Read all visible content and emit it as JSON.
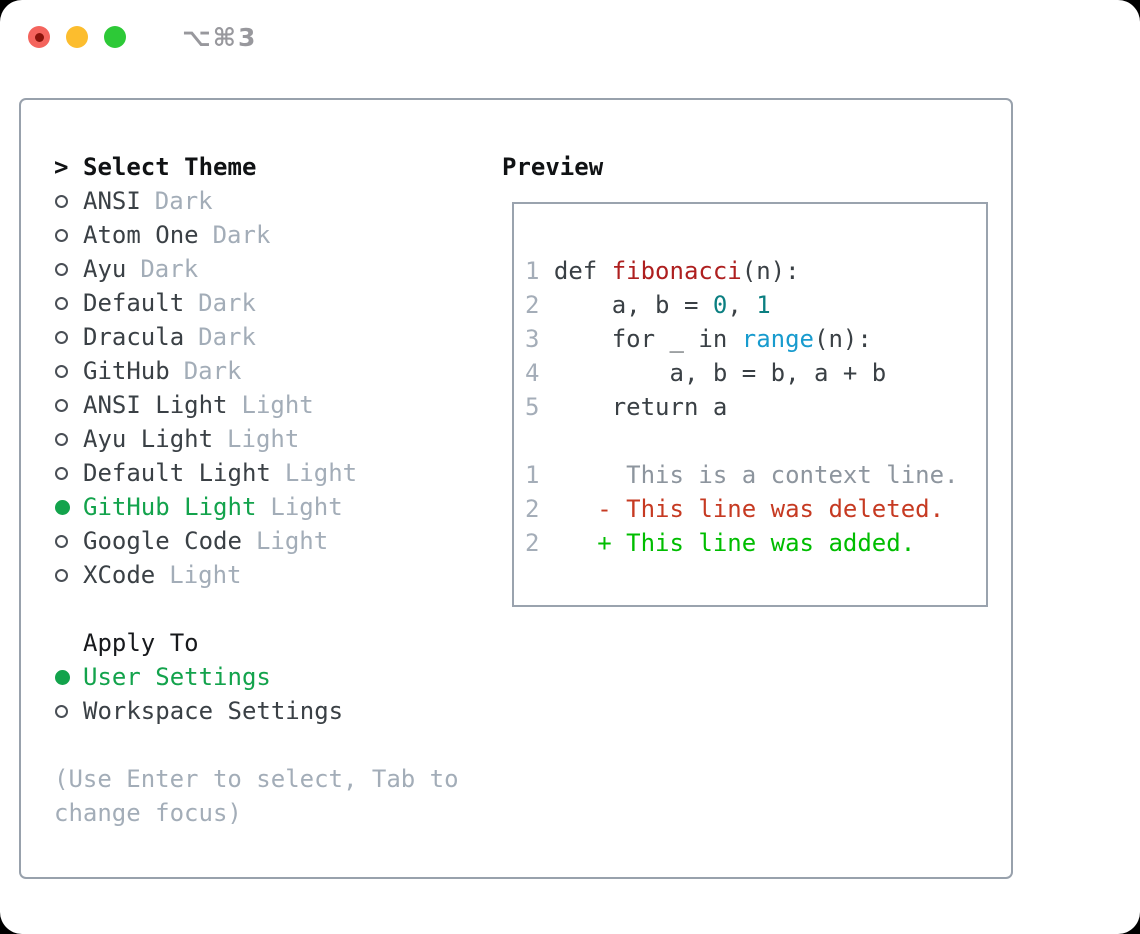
{
  "window": {
    "title": "⌥⌘3",
    "traffic_lights": [
      {
        "name": "close"
      },
      {
        "name": "minimize"
      },
      {
        "name": "zoom"
      }
    ]
  },
  "theme_picker": {
    "cursor": ">",
    "header": "Select Theme",
    "items": [
      {
        "name": "ANSI",
        "variant": "Dark",
        "selected": false
      },
      {
        "name": "Atom One",
        "variant": "Dark",
        "selected": false
      },
      {
        "name": "Ayu",
        "variant": "Dark",
        "selected": false
      },
      {
        "name": "Default",
        "variant": "Dark",
        "selected": false
      },
      {
        "name": "Dracula",
        "variant": "Dark",
        "selected": false
      },
      {
        "name": "GitHub",
        "variant": "Dark",
        "selected": false
      },
      {
        "name": "ANSI Light",
        "variant": "Light",
        "selected": false
      },
      {
        "name": "Ayu Light",
        "variant": "Light",
        "selected": false
      },
      {
        "name": "Default Light",
        "variant": "Light",
        "selected": false
      },
      {
        "name": "GitHub Light",
        "variant": "Light",
        "selected": true
      },
      {
        "name": "Google Code",
        "variant": "Light",
        "selected": false
      },
      {
        "name": "XCode",
        "variant": "Light",
        "selected": false
      }
    ]
  },
  "apply_to": {
    "header": "Apply To",
    "options": [
      {
        "label": "User Settings",
        "selected": true
      },
      {
        "label": "Workspace Settings",
        "selected": false
      }
    ]
  },
  "help_text": "(Use Enter to select, Tab to change focus)",
  "preview": {
    "header": "Preview",
    "code_lines": [
      {
        "num": "1",
        "tokens": [
          [
            "def ",
            "plain"
          ],
          [
            "fibonacci",
            "title"
          ],
          [
            "(n):",
            "plain"
          ]
        ]
      },
      {
        "num": "2",
        "tokens": [
          [
            "    a, b = ",
            "plain"
          ],
          [
            "0",
            "number"
          ],
          [
            ", ",
            "plain"
          ],
          [
            "1",
            "number"
          ]
        ]
      },
      {
        "num": "3",
        "tokens": [
          [
            "    for _ in ",
            "plain"
          ],
          [
            "range",
            "builtin"
          ],
          [
            "(n):",
            "plain"
          ]
        ]
      },
      {
        "num": "4",
        "tokens": [
          [
            "        a, b = b, a + b",
            "plain"
          ]
        ]
      },
      {
        "num": "5",
        "tokens": [
          [
            "    return a",
            "plain"
          ]
        ]
      }
    ],
    "diff_lines": [
      {
        "num": "1",
        "prefix": "      ",
        "text": "This is a context line.",
        "type": "context"
      },
      {
        "num": "2",
        "prefix": "    - ",
        "text": "This line was deleted.",
        "type": "deleted"
      },
      {
        "num": "2",
        "prefix": "    + ",
        "text": "This line was added.",
        "type": "added"
      }
    ]
  },
  "colors": {
    "accent_green": "#13a34c",
    "diff_added": "#00bd00",
    "diff_deleted": "#c63a22",
    "syntax_title_red": "#ae1f1f",
    "syntax_number_teal": "#0b7f81",
    "syntax_builtin_blue": "#189bce",
    "muted_gray": "#a3adb8",
    "text_dark": "#3a4045",
    "border_gray": "#98a1ac"
  }
}
